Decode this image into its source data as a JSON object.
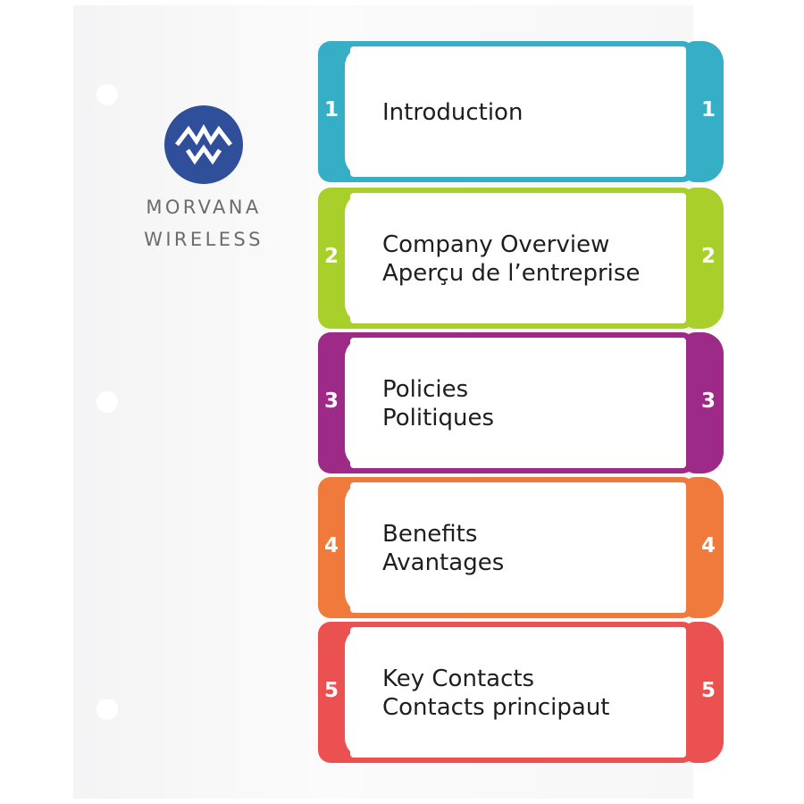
{
  "brand": {
    "line1": "MORVANA",
    "line2": "WIRELESS",
    "logo_color": "#2f4f9a",
    "logo_icon": "morvana-diamond-logo-icon"
  },
  "tabs": [
    {
      "number": "1",
      "lines": [
        "Introduction"
      ],
      "color": "#36aec6"
    },
    {
      "number": "2",
      "lines": [
        "Company Overview",
        "Aperçu de l’entreprise"
      ],
      "color": "#a8cf2a"
    },
    {
      "number": "3",
      "lines": [
        "Policies",
        "Politiques"
      ],
      "color": "#9d2a86"
    },
    {
      "number": "4",
      "lines": [
        "Benefits",
        "Avantages"
      ],
      "color": "#f0793c"
    },
    {
      "number": "5",
      "lines": [
        "Key Contacts",
        "Contacts principaut"
      ],
      "color": "#ea5150"
    }
  ]
}
